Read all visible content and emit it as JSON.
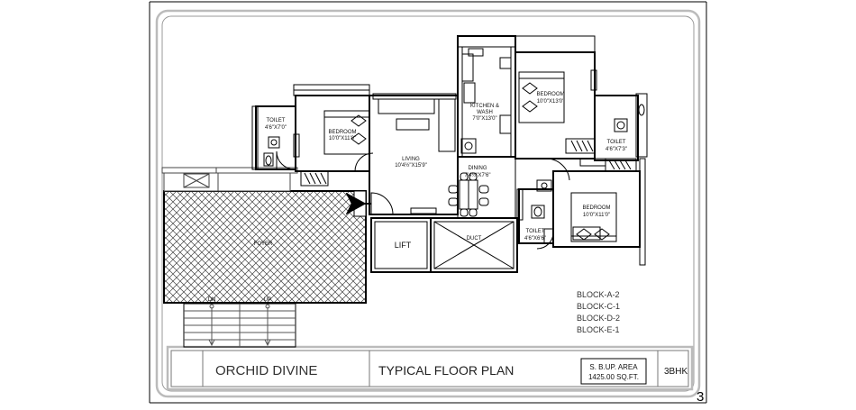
{
  "rooms": {
    "toilet1": {
      "name": "TOILET",
      "size": "4'6\"X7'0\""
    },
    "bedroom1": {
      "name": "BEDROOM",
      "size": "10'0\"X11'0\""
    },
    "living": {
      "name": "LIVING",
      "size": "10'4½\"X15'9\""
    },
    "kitchen": {
      "name": "KITCHEN &",
      "name2": "WASH",
      "size": "7'0\"X13'0\""
    },
    "bedroom2": {
      "name": "BEDROOM",
      "size": "10'0\"X13'0\""
    },
    "toilet2": {
      "name": "TOILET",
      "size": "4'6\"X7'3\""
    },
    "dining": {
      "name": "DINING",
      "size": "7'4½\"X7'6\""
    },
    "bedroom3": {
      "name": "BEDROOM",
      "size": "10'0\"X11'0\""
    },
    "toilet3": {
      "name": "TOILET",
      "size": "4'6\"X6'6\""
    },
    "foyer": {
      "name": "FOYER"
    },
    "lift": {
      "name": "LIFT"
    },
    "duct": {
      "name": "DUCT"
    }
  },
  "stairs": {
    "down": "DN",
    "up": "UP"
  },
  "blocks": [
    "BLOCK-A-2",
    "BLOCK-C-1",
    "BLOCK-D-2",
    "BLOCK-E-1"
  ],
  "title_block": {
    "project": "ORCHID DIVINE",
    "plan": "TYPICAL FLOOR PLAN",
    "area_line1": "S. B.UP. AREA",
    "area_line2": "1425.00 SQ.FT.",
    "type": "3BHK"
  },
  "page_number": "3"
}
